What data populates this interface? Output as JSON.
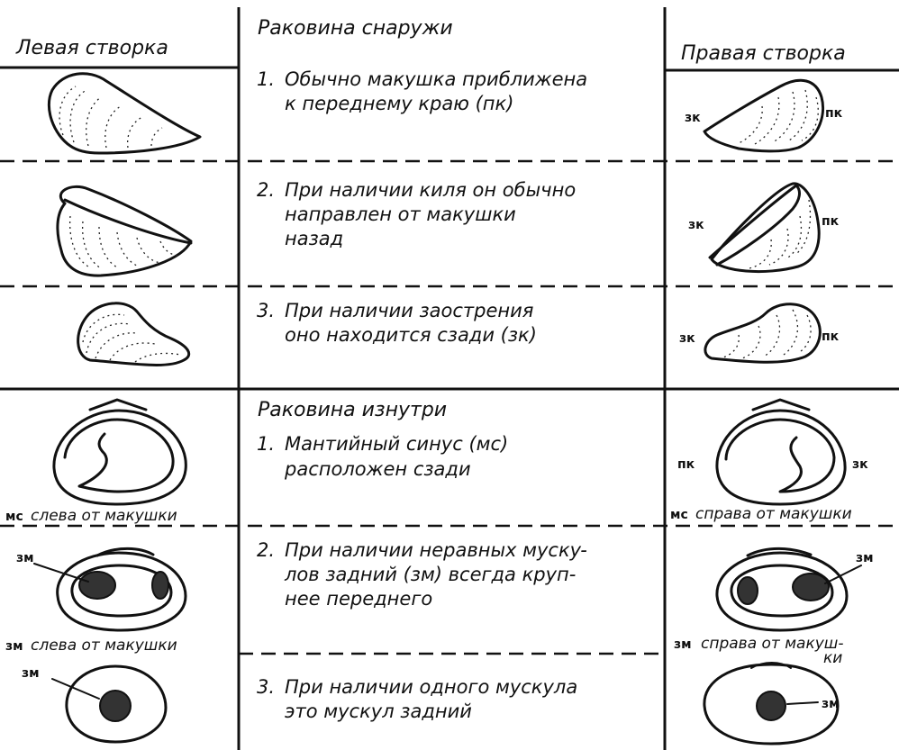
{
  "headers": {
    "left": "Левая створка",
    "right": "Правая створка"
  },
  "outer": {
    "title": "Раковина снаружи",
    "items": [
      {
        "num": "1.",
        "lines": [
          "Обычно макушка приближена",
          "к переднему краю (пк)"
        ]
      },
      {
        "num": "2.",
        "lines": [
          "При наличии киля он обычно",
          "направлен от макушки",
          "назад"
        ]
      },
      {
        "num": "3.",
        "lines": [
          "При наличии заострения",
          "оно находится сзади (зк)"
        ]
      }
    ]
  },
  "inner": {
    "title": "Раковина изнутри",
    "items": [
      {
        "num": "1.",
        "lines": [
          "Мантийный синус (мс)",
          "расположен сзади"
        ]
      },
      {
        "num": "2.",
        "lines": [
          "При наличии неравных мускy-",
          "лов задний (зм) всегда круп-",
          "нее переднего"
        ]
      },
      {
        "num": "3.",
        "lines": [
          "При наличии одного мускула",
          "это мускул задний"
        ]
      }
    ]
  },
  "labels": {
    "zk": "зк",
    "pk": "пк",
    "zm": "зм",
    "ms": "мс"
  },
  "captions": {
    "ms_left_prefix": "мс",
    "ms_left_rest": "слева от макушки",
    "ms_right_prefix": "мс",
    "ms_right_rest": "справа от макушки",
    "zm_left_prefix": "зм",
    "zm_left_rest": "слева от макушки",
    "zm_right_prefix": "зм",
    "zm_right_rest": "справа от макуш-",
    "zm_right_wrap": "ки"
  }
}
